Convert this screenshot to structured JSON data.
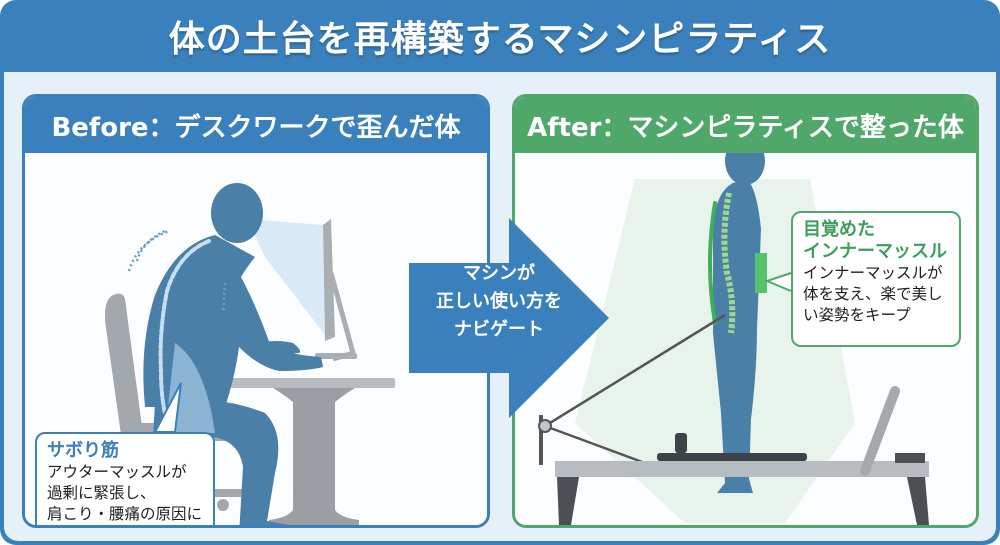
{
  "title": "体の土台を再構築するマシンピラティス",
  "colors": {
    "primary_blue": "#3a80bd",
    "green": "#4fa86a",
    "background": "#e6f0f8",
    "figure": "#4a7fa8",
    "furniture": "#9ea3a8"
  },
  "before": {
    "heading": "Before：デスクワークで歪んだ体",
    "callout": {
      "title": "サボり筋",
      "lines": [
        "アウターマッスルが",
        "過剰に緊張し、",
        "肩こり・腰痛の原因に"
      ]
    }
  },
  "arrow": {
    "lines": [
      "マシンが",
      "正しい使い方を",
      "ナビゲート"
    ]
  },
  "after": {
    "heading": "After：マシンピラティスで整った体",
    "callout": {
      "title_lines": [
        "目覚めた",
        "インナーマッスル"
      ],
      "lines": [
        "インナーマッスルが",
        "体を支え、楽で美し",
        "い姿勢をキープ"
      ]
    }
  }
}
